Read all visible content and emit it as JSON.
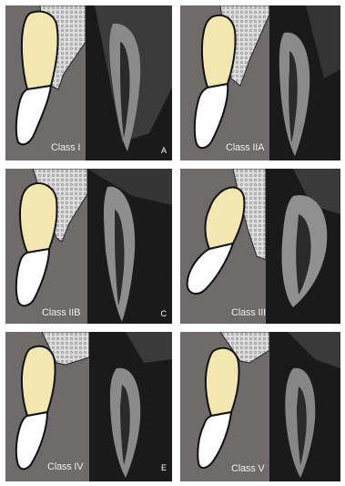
{
  "panels": [
    {
      "class_label": "Class I",
      "letter": "A"
    },
    {
      "class_label": "Class IIA",
      "letter": ""
    },
    {
      "class_label": "Class IIB",
      "letter": "C"
    },
    {
      "class_label": "Class III",
      "letter": ""
    },
    {
      "class_label": "Class IV",
      "letter": "E"
    },
    {
      "class_label": "Class V",
      "letter": ""
    }
  ],
  "colors": {
    "background_gray": "#6f6b6a",
    "root": "#f3e7b0",
    "crown": "#ffffff",
    "bone": "#d8d8d8",
    "scan_dark": "#141414",
    "outline": "#111111"
  }
}
